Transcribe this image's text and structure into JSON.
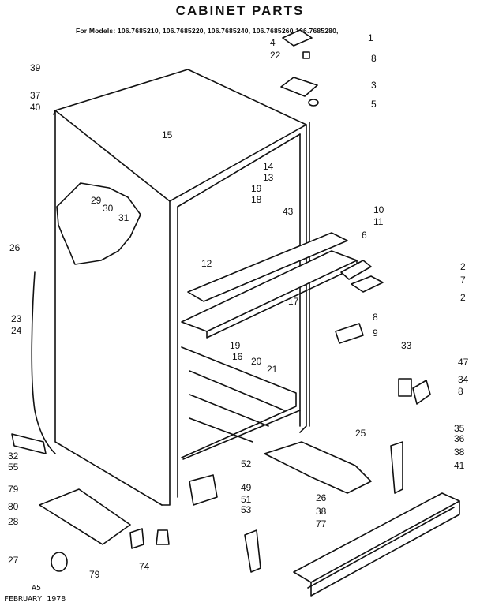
{
  "title": "CABINET PARTS",
  "subtitle": "For Models: 106.7685210, 106.7685220, 106.7685240, 106.7685260  106.7685280,",
  "footer": {
    "code": "A5",
    "date": "FEBRUARY 1978"
  },
  "callouts": [
    "1",
    "4",
    "22",
    "8",
    "3",
    "5",
    "39",
    "37",
    "40",
    "15",
    "14",
    "13",
    "19",
    "18",
    "43",
    "10",
    "11",
    "6",
    "29",
    "30",
    "31",
    "26",
    "12",
    "2",
    "7",
    "17",
    "23",
    "24",
    "8",
    "9",
    "19",
    "16",
    "20",
    "21",
    "33",
    "47",
    "34",
    "8",
    "35",
    "36",
    "38",
    "41",
    "25",
    "32",
    "55",
    "52",
    "49",
    "51",
    "79",
    "80",
    "26",
    "38",
    "77",
    "53",
    "28",
    "27",
    "79",
    "74",
    "2"
  ]
}
